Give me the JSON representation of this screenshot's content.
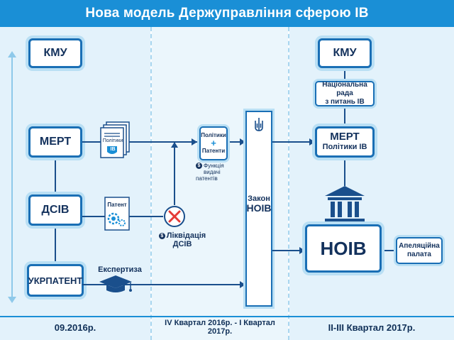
{
  "header": {
    "title": "Нова модель Держуправління сферою ІВ"
  },
  "periods": [
    "09.2016р.",
    "IV Квартал 2016р. - I Квартал 2017р.",
    "II-III Квартал 2017р."
  ],
  "left_column": {
    "kmu": "КМУ",
    "mert": "МЕРТ",
    "dsiv": "ДСІВ",
    "ukrpatent": "УКРПАТЕНТ"
  },
  "doc_icons": {
    "policy_label": "Політики",
    "iv_label": "ІВ",
    "patent_label": "Патент",
    "expertise_label": "Експертиза"
  },
  "middle": {
    "card_top": "Політики",
    "card_plus": "+",
    "card_bottom": "Патенти",
    "function_note_line1": "Функція",
    "function_note_line2": "видачі патентів",
    "liquidation_line1": "Ліквідація",
    "liquidation_line2": "ДСІВ",
    "law_line1": "Закон",
    "law_line2": "НОІВ"
  },
  "right_column": {
    "kmu": "КМУ",
    "council_line1": "Національна рада",
    "council_line2": "з питань ІВ",
    "mert": "МЕРТ",
    "mert_sub": "Політики ІВ",
    "noiv": "НОІВ",
    "appeal_line1": "Апеляційна",
    "appeal_line2": "палата"
  },
  "colors": {
    "header_bg": "#1a8fd6",
    "box_border": "#1a6fb5",
    "text_dark": "#13315c",
    "panel_bg": "#e3f2fb",
    "error_red": "#e53935"
  }
}
